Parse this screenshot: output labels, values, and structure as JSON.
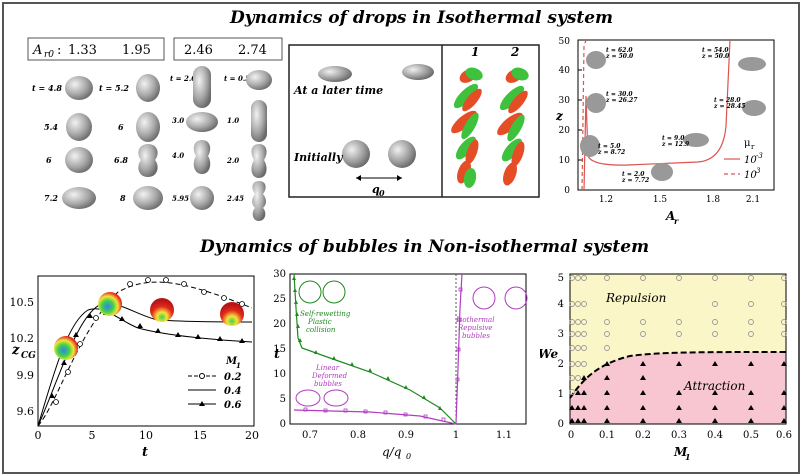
{
  "titles": {
    "top": "Dynamics of drops in Isothermal system",
    "bottom": "Dynamics of bubbles in Non-isothermal system"
  },
  "drops_panel": {
    "ar_label": "A",
    "ar_sub": "r0",
    "ar_colon": ":",
    "ar_values": [
      "1.33",
      "1.95",
      "2.46",
      "2.74"
    ],
    "col1_times": [
      "t = 4.8",
      "5.4",
      "6",
      "7.2"
    ],
    "col2_times": [
      "t = 5.2",
      "6",
      "6.8",
      "8"
    ],
    "col3_times": [
      "t = 2.0",
      "3.0",
      "4.0",
      "5.95"
    ],
    "col4_times": [
      "t = 0.5",
      "1.0",
      "2.0",
      "2.45"
    ]
  },
  "schematic": {
    "later": "At a later time",
    "initially": "Initially",
    "q0_main": "q",
    "q0_sub": "0",
    "label1": "1",
    "label2": "2"
  },
  "z_chart": {
    "ylabel": "z",
    "xlabel": "A",
    "xlabel_sub": "r",
    "yticks": [
      "0",
      "10",
      "20",
      "30",
      "40",
      "50"
    ],
    "xticks": [
      "1.2",
      "1.5",
      "1.8",
      "2.1"
    ],
    "legend_title": "μ",
    "legend_title_sub": "r",
    "legend_items": [
      "10",
      "10"
    ],
    "legend_exps": [
      "-3",
      "3"
    ],
    "annotations": [
      [
        "t = 62.0",
        "z = 50.0"
      ],
      [
        "t = 54.0",
        "z = 50.0"
      ],
      [
        "t = 30.0",
        "z = 26.27"
      ],
      [
        "t = 28.0",
        "z = 28.45"
      ],
      [
        "t = 5.0",
        "z = 8.72"
      ],
      [
        "t = 9.0",
        "z = 12.9"
      ],
      [
        "t = 2.0",
        "z = 7.72"
      ]
    ],
    "colors": {
      "series": "#d9534f"
    }
  },
  "zcg_chart": {
    "ylabel_main": "z",
    "ylabel_sub": "CG",
    "xlabel": "t",
    "yticks": [
      "9.6",
      "9.9",
      "10.2",
      "10.5"
    ],
    "xticks": [
      "0",
      "5",
      "10",
      "15",
      "20"
    ],
    "legend_title": "M",
    "legend_title_sub": "1",
    "legend_values": [
      "0.2",
      "0.4",
      "0.6"
    ]
  },
  "t_chart": {
    "ylabel": "t",
    "xlabel_main": "q/q",
    "xlabel_sub": "0",
    "yticks": [
      "0",
      "5",
      "10",
      "15",
      "20",
      "25",
      "30"
    ],
    "xticks": [
      "0.7",
      "0.8",
      "0.9",
      "1",
      "1.1"
    ],
    "label_self": [
      "Self-rewetting",
      "Plastic",
      "collision"
    ],
    "label_iso": [
      "Isothermal",
      "Repulsive",
      "bubbles"
    ],
    "label_linear": [
      "Linear",
      "Deformed",
      "bubbles"
    ],
    "colors": {
      "green": "#1e8a1e",
      "purple": "#b03cc0"
    }
  },
  "we_chart": {
    "ylabel": "We",
    "xlabel": "M",
    "xlabel_sub": "1",
    "yticks": [
      "0",
      "1",
      "2",
      "3",
      "4",
      "5"
    ],
    "xticks": [
      "0",
      "0.1",
      "0.2",
      "0.3",
      "0.4",
      "0.5",
      "0.6"
    ],
    "repulsion": "Repulsion",
    "attraction": "Attraction",
    "colors": {
      "repulsion_bg": "#fbf6c8",
      "attraction_bg": "#f7c6d0"
    }
  }
}
